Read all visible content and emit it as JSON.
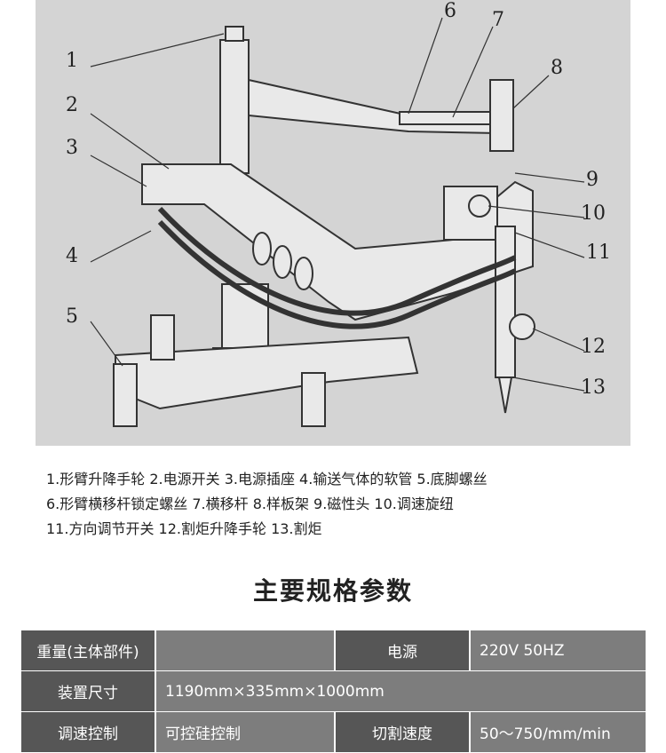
{
  "figure": {
    "callouts": [
      "1",
      "2",
      "3",
      "4",
      "5",
      "6",
      "7",
      "8",
      "9",
      "10",
      "11",
      "12",
      "13"
    ]
  },
  "legend": {
    "line1": "1.形臂升降手轮  2.电源开关  3.电源插座  4.输送气体的软管  5.底脚螺丝",
    "line2": "6.形臂横移杆锁定螺丝  7.横移杆  8.样板架  9.磁性头  10.调速旋纽",
    "line3": "11.方向调节开关  12.割炬升降手轮  13.割炬"
  },
  "specs": {
    "title": "主要规格参数",
    "row1": {
      "weight_label": "重量(主体部件)",
      "weight_value": "",
      "power_label": "电源",
      "power_value": "220V 50HZ"
    },
    "row2": {
      "size_label": "装置尺寸",
      "size_value": "1190mm×335mm×1000mm"
    },
    "row3": {
      "speed_ctrl_label": "调速控制",
      "speed_ctrl_value": "可控硅控制",
      "cut_speed_label": "切割速度",
      "cut_speed_value": "50～750/mm/min"
    }
  },
  "colors": {
    "figure_bg": "#d4d4d4",
    "label_cell": "#565656",
    "value_cell": "#7d7d7d"
  }
}
